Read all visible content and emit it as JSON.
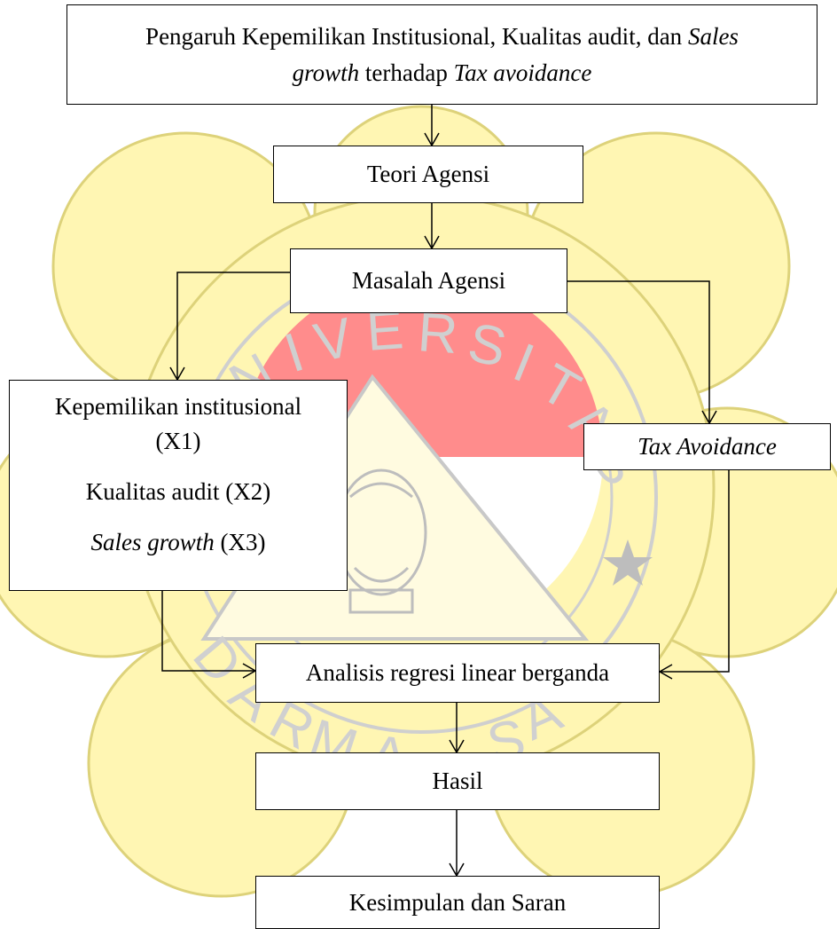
{
  "title_box": {
    "line1": "Pengaruh Kepemilikan Institusional, Kualitas audit, dan ",
    "line1_italic": "Sales",
    "line2_italic_a": "growth",
    "line2_mid": " terhadap ",
    "line2_italic_b": "Tax avoidance"
  },
  "theory_box": {
    "label": "Teori Agensi"
  },
  "problem_box": {
    "label": "Masalah Agensi"
  },
  "variables_box": {
    "x1_line1": "Kepemilikan institusional",
    "x1_line2": "(X1)",
    "x2": "Kualitas audit (X2)",
    "x3_italic": "Sales growth",
    "x3_suffix": " (X3)"
  },
  "dependent_box": {
    "label": "Tax Avoidance"
  },
  "analysis_box": {
    "label": "Analisis regresi linear berganda"
  },
  "result_box": {
    "label": "Hasil"
  },
  "conclusion_box": {
    "label": "Kesimpulan dan Saran"
  },
  "watermark": {
    "arc_top": "UNIVERSITAS",
    "arc_bottom": "DARMA PERSADA",
    "colors": {
      "petals": "#fff6b3",
      "petal_stroke": "#ddd27a",
      "red": "#ff8c8c",
      "gray": "#c8c8c8"
    }
  }
}
